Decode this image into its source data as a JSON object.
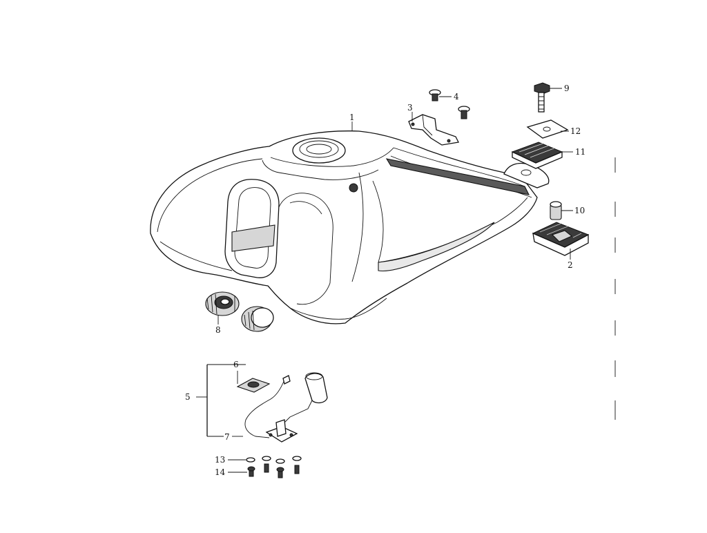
{
  "diagram": {
    "callouts": [
      {
        "id": "label-1",
        "text": "1"
      },
      {
        "id": "label-2",
        "text": "2"
      },
      {
        "id": "label-3",
        "text": "3"
      },
      {
        "id": "label-4",
        "text": "4"
      },
      {
        "id": "label-5",
        "text": "5"
      },
      {
        "id": "label-6",
        "text": "6"
      },
      {
        "id": "label-7",
        "text": "7"
      },
      {
        "id": "label-8",
        "text": "8"
      },
      {
        "id": "label-9",
        "text": "9"
      },
      {
        "id": "label-10",
        "text": "10"
      },
      {
        "id": "label-11",
        "text": "11"
      },
      {
        "id": "label-12",
        "text": "12"
      },
      {
        "id": "label-13",
        "text": "13"
      },
      {
        "id": "label-14",
        "text": "14"
      }
    ]
  }
}
